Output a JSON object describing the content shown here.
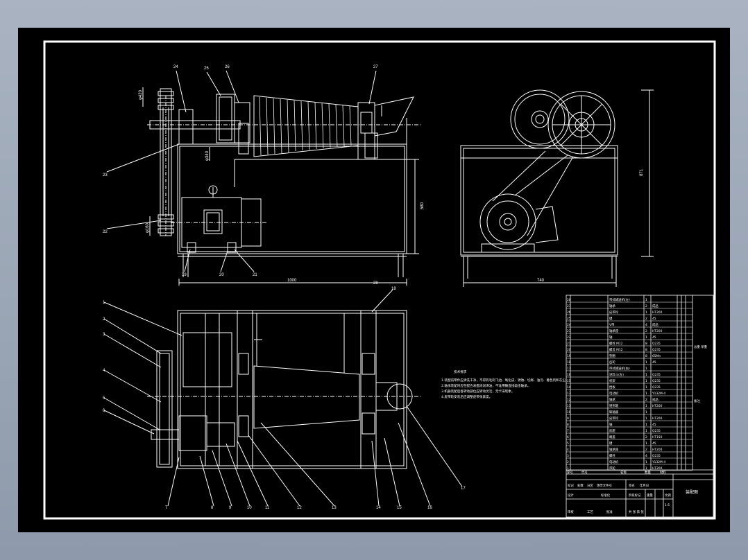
{
  "drawing": {
    "part_callouts": [
      "1",
      "2",
      "3",
      "4",
      "5",
      "6",
      "7",
      "8",
      "9",
      "10",
      "11",
      "12",
      "13",
      "14",
      "15",
      "16",
      "17",
      "18",
      "19",
      "20",
      "21",
      "22",
      "23",
      "24",
      "25",
      "26",
      "27",
      "28"
    ],
    "dimensions": {
      "overall_length": "1000",
      "overall_width": "740",
      "side_height": "871",
      "frame_height": "580",
      "left_top": "φ420",
      "left_bottom": "φ160",
      "cone": "φ340"
    },
    "technical_requirements": {
      "title": "技术要求",
      "lines": [
        "1.装配前零件应清洗干净，不得有毛刺飞边、氧化皮、锈蚀、切屑、油污、着色剂和灰尘。",
        "2.轴承装配时应在配合表面涂润滑油，不准用锤直接敲击轴承。",
        "3.机器装配后各转动部位应转动灵活，无卡滞现象。",
        "4.皮带轮安装后应调整皮带张紧度。"
      ]
    },
    "parts_table": {
      "rows": [
        [
          "28",
          "",
          "带式输送机(左)",
          "1",
          ""
        ],
        [
          "27",
          "",
          "轴承",
          "2",
          "成品"
        ],
        [
          "26",
          "",
          "皮带轮",
          "1",
          "HT200"
        ],
        [
          "25",
          "",
          "键",
          "2",
          "45"
        ],
        [
          "24",
          "",
          "V带",
          "4",
          "成品"
        ],
        [
          "23",
          "",
          "轴承座",
          "2",
          "HT200"
        ],
        [
          "22",
          "",
          "轴",
          "1",
          "45"
        ],
        [
          "21",
          "",
          "螺栓 M12",
          "8",
          "Q235"
        ],
        [
          "20",
          "",
          "螺母 M12",
          "8",
          "Q235"
        ],
        [
          "19",
          "",
          "垫圈",
          "8",
          "65Mn"
        ],
        [
          "18",
          "",
          "齿轮",
          "1",
          "45"
        ],
        [
          "17",
          "",
          "带式输送机(右)",
          "1",
          ""
        ],
        [
          "16",
          "",
          "进料斗(左)",
          "1",
          "Q235"
        ],
        [
          "15",
          "",
          "机架",
          "1",
          "Q235"
        ],
        [
          "14",
          "",
          "挡板",
          "1",
          "Q235"
        ],
        [
          "13",
          "",
          "电动机",
          "1",
          "Y132M-4"
        ],
        [
          "12",
          "",
          "轴承",
          "2",
          "成品"
        ],
        [
          "11",
          "",
          "锥形辊",
          "1",
          "HT200"
        ],
        [
          "10",
          "",
          "联轴器",
          "1",
          ""
        ],
        [
          "9",
          "",
          "皮带轮",
          "1",
          "HT200"
        ],
        [
          "8",
          "",
          "轴",
          "1",
          "45"
        ],
        [
          "7",
          "",
          "底座",
          "1",
          "Q235"
        ],
        [
          "6",
          "",
          "端盖",
          "2",
          "HT150"
        ],
        [
          "5",
          "",
          "键",
          "1",
          "45"
        ],
        [
          "4",
          "",
          "轴承座",
          "2",
          "HT200"
        ],
        [
          "3",
          "",
          "螺栓",
          "4",
          "Q235"
        ],
        [
          "2",
          "",
          "电动机",
          "1",
          "Y132M-4"
        ],
        [
          "1",
          "",
          "带轮",
          "1",
          "HT200"
        ]
      ],
      "header": [
        "序号",
        "代号",
        "名称",
        "数量",
        "材料"
      ],
      "side_text_a": "总重 单重",
      "side_text_b": "备注",
      "title_block": {
        "drawing_name": "装配图",
        "row1": [
          "标记",
          "处数",
          "分区",
          "更改文件号",
          "签名",
          "年月日"
        ],
        "row2": [
          "设计",
          "",
          "标准化",
          "",
          "阶段标记",
          "重量",
          "比例"
        ],
        "row3": [
          "审核",
          "工艺",
          "批准",
          "共 张 第 张"
        ],
        "scale": "1:5"
      }
    }
  },
  "colors": {
    "background": "#000000",
    "line": "#ffffff",
    "desktop": "#9aa5b5"
  }
}
